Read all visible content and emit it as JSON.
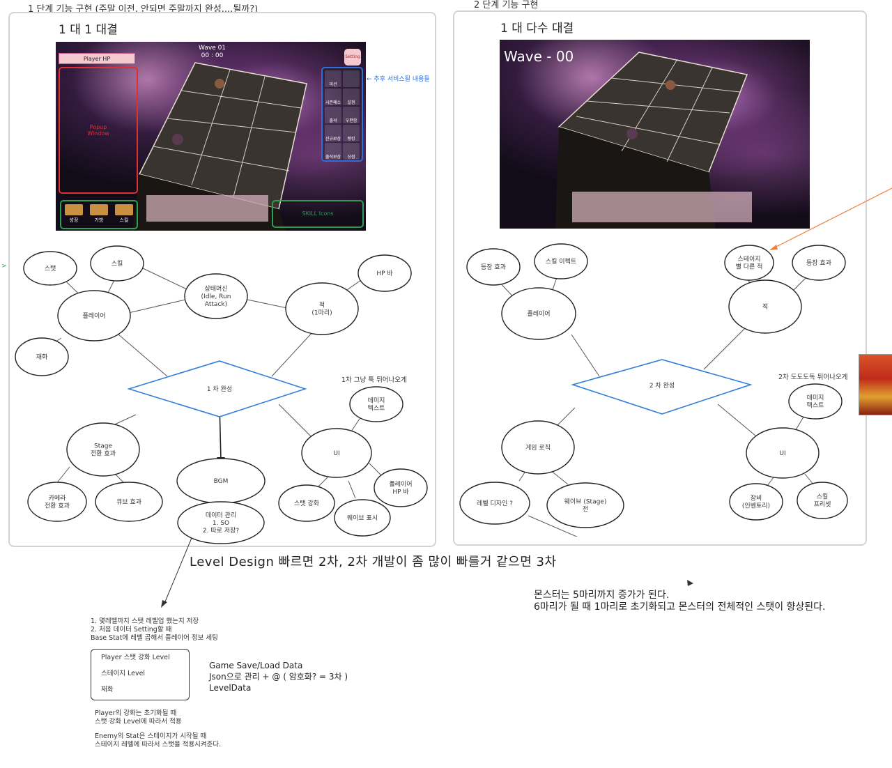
{
  "left": {
    "section_label": "1 단계 기능 구현 (주말 이전, 안되면 주말까지 완성....될까?)",
    "title": "1 대 1 대결",
    "game": {
      "player_hp": "Player HP",
      "wave_line1": "Wave 01",
      "wave_line2": "00 : 00",
      "setting": "Setting",
      "popup": "Popup\nWindow",
      "skill_icons": "SKILL Icons",
      "bottom_icons": [
        "성장",
        "가방",
        "스킬"
      ],
      "menu_items": [
        "미션",
        "",
        "시즌패스",
        "설정",
        "출석",
        "우편함",
        "신규보상",
        "랭킹",
        "출석보상",
        "상점"
      ],
      "annotation": "추후 서비스될 내용들"
    },
    "nodes": {
      "stat": "스탯",
      "skill": "스킬",
      "state_machine": "상태머신\n(Idle, Run\nAttack)",
      "hp_bar": "HP 바",
      "player": "플레이어",
      "enemy": "적\n(1마리)",
      "currency": "재화",
      "center": "1 차 완성",
      "damage_text": "데미지\n텍스트",
      "ui_note": "1차 그냥 툭 튀어나오게",
      "stage": "Stage\n전환 효과",
      "bgm": "BGM",
      "ui": "UI",
      "player_hp_bar": "플레이어\nHP 바",
      "camera": "카메라\n전환 효과",
      "cube": "큐브 효과",
      "data": "데이터 관리\n1. SO\n2. 따로 저장?",
      "stat_up": "스탯 강화",
      "wave_display": "웨이브 표시"
    }
  },
  "right": {
    "section_label": "2 단계 기능 구현",
    "title": "1 대 다수 대결",
    "game": {
      "wave": "Wave - 00"
    },
    "nodes": {
      "appear1": "등장 효과",
      "skill_effect": "스킬 이펙트",
      "stage_enemy": "스테이지\n별 다른 적",
      "appear2": "등장 효과",
      "player": "플레이어",
      "enemy": "적",
      "center": "2 차 완성",
      "ui_note": "2차 도도도독 튀어나오게",
      "damage_text": "데미지\n텍스트",
      "game_logic": "게임 로직",
      "ui": "UI",
      "level_design": "레벨 디자인 ?",
      "wave_stage": "웨이브 (Stage)\n전",
      "equipment": "장비\n(인벤토리)",
      "skill_preset": "스킬\n프리셋"
    }
  },
  "notes": {
    "level_design": "Level Design  빠르면 2차, 2차 개발이 좀 많이 빠를거 같으면 3차",
    "monster_line1": "몬스터는 5마리까지 증가가 된다.",
    "monster_line2": "6마리가 될 때 1마리로 초기화되고 몬스터의 전체적인 스탯이 향상된다.",
    "save_list": [
      "1. 몇레벨까지 스탯 레벨업 했는지 저장",
      "2. 처음 데이터 Setting할 때",
      "Base Stat에 레벨 곱해서 플레이어 정보 세팅"
    ],
    "box_items": [
      "Player 스탯 강화 Level",
      "스테이지 Level",
      "재화"
    ],
    "json_lines": [
      "Game Save/Load Data",
      "Json으로 관리 + @ ( 암호화? = 3차 )",
      "LevelData"
    ],
    "player_note": [
      "Player의 강화는 초기화될 때",
      "스탯 강화 Level에 따라서 적용"
    ],
    "enemy_note": [
      "Enemy의 Stat은 스테이지가 시작될 때",
      "스테이지 레벨에 따라서 스탯을 적용시켜준다."
    ]
  },
  "colors": {
    "diamond": "#2f7fd6",
    "popup_red": "#e03030",
    "menu_blue": "#2f6fd6",
    "skill_green": "#2aa050",
    "arrow_orange": "#f08040"
  }
}
